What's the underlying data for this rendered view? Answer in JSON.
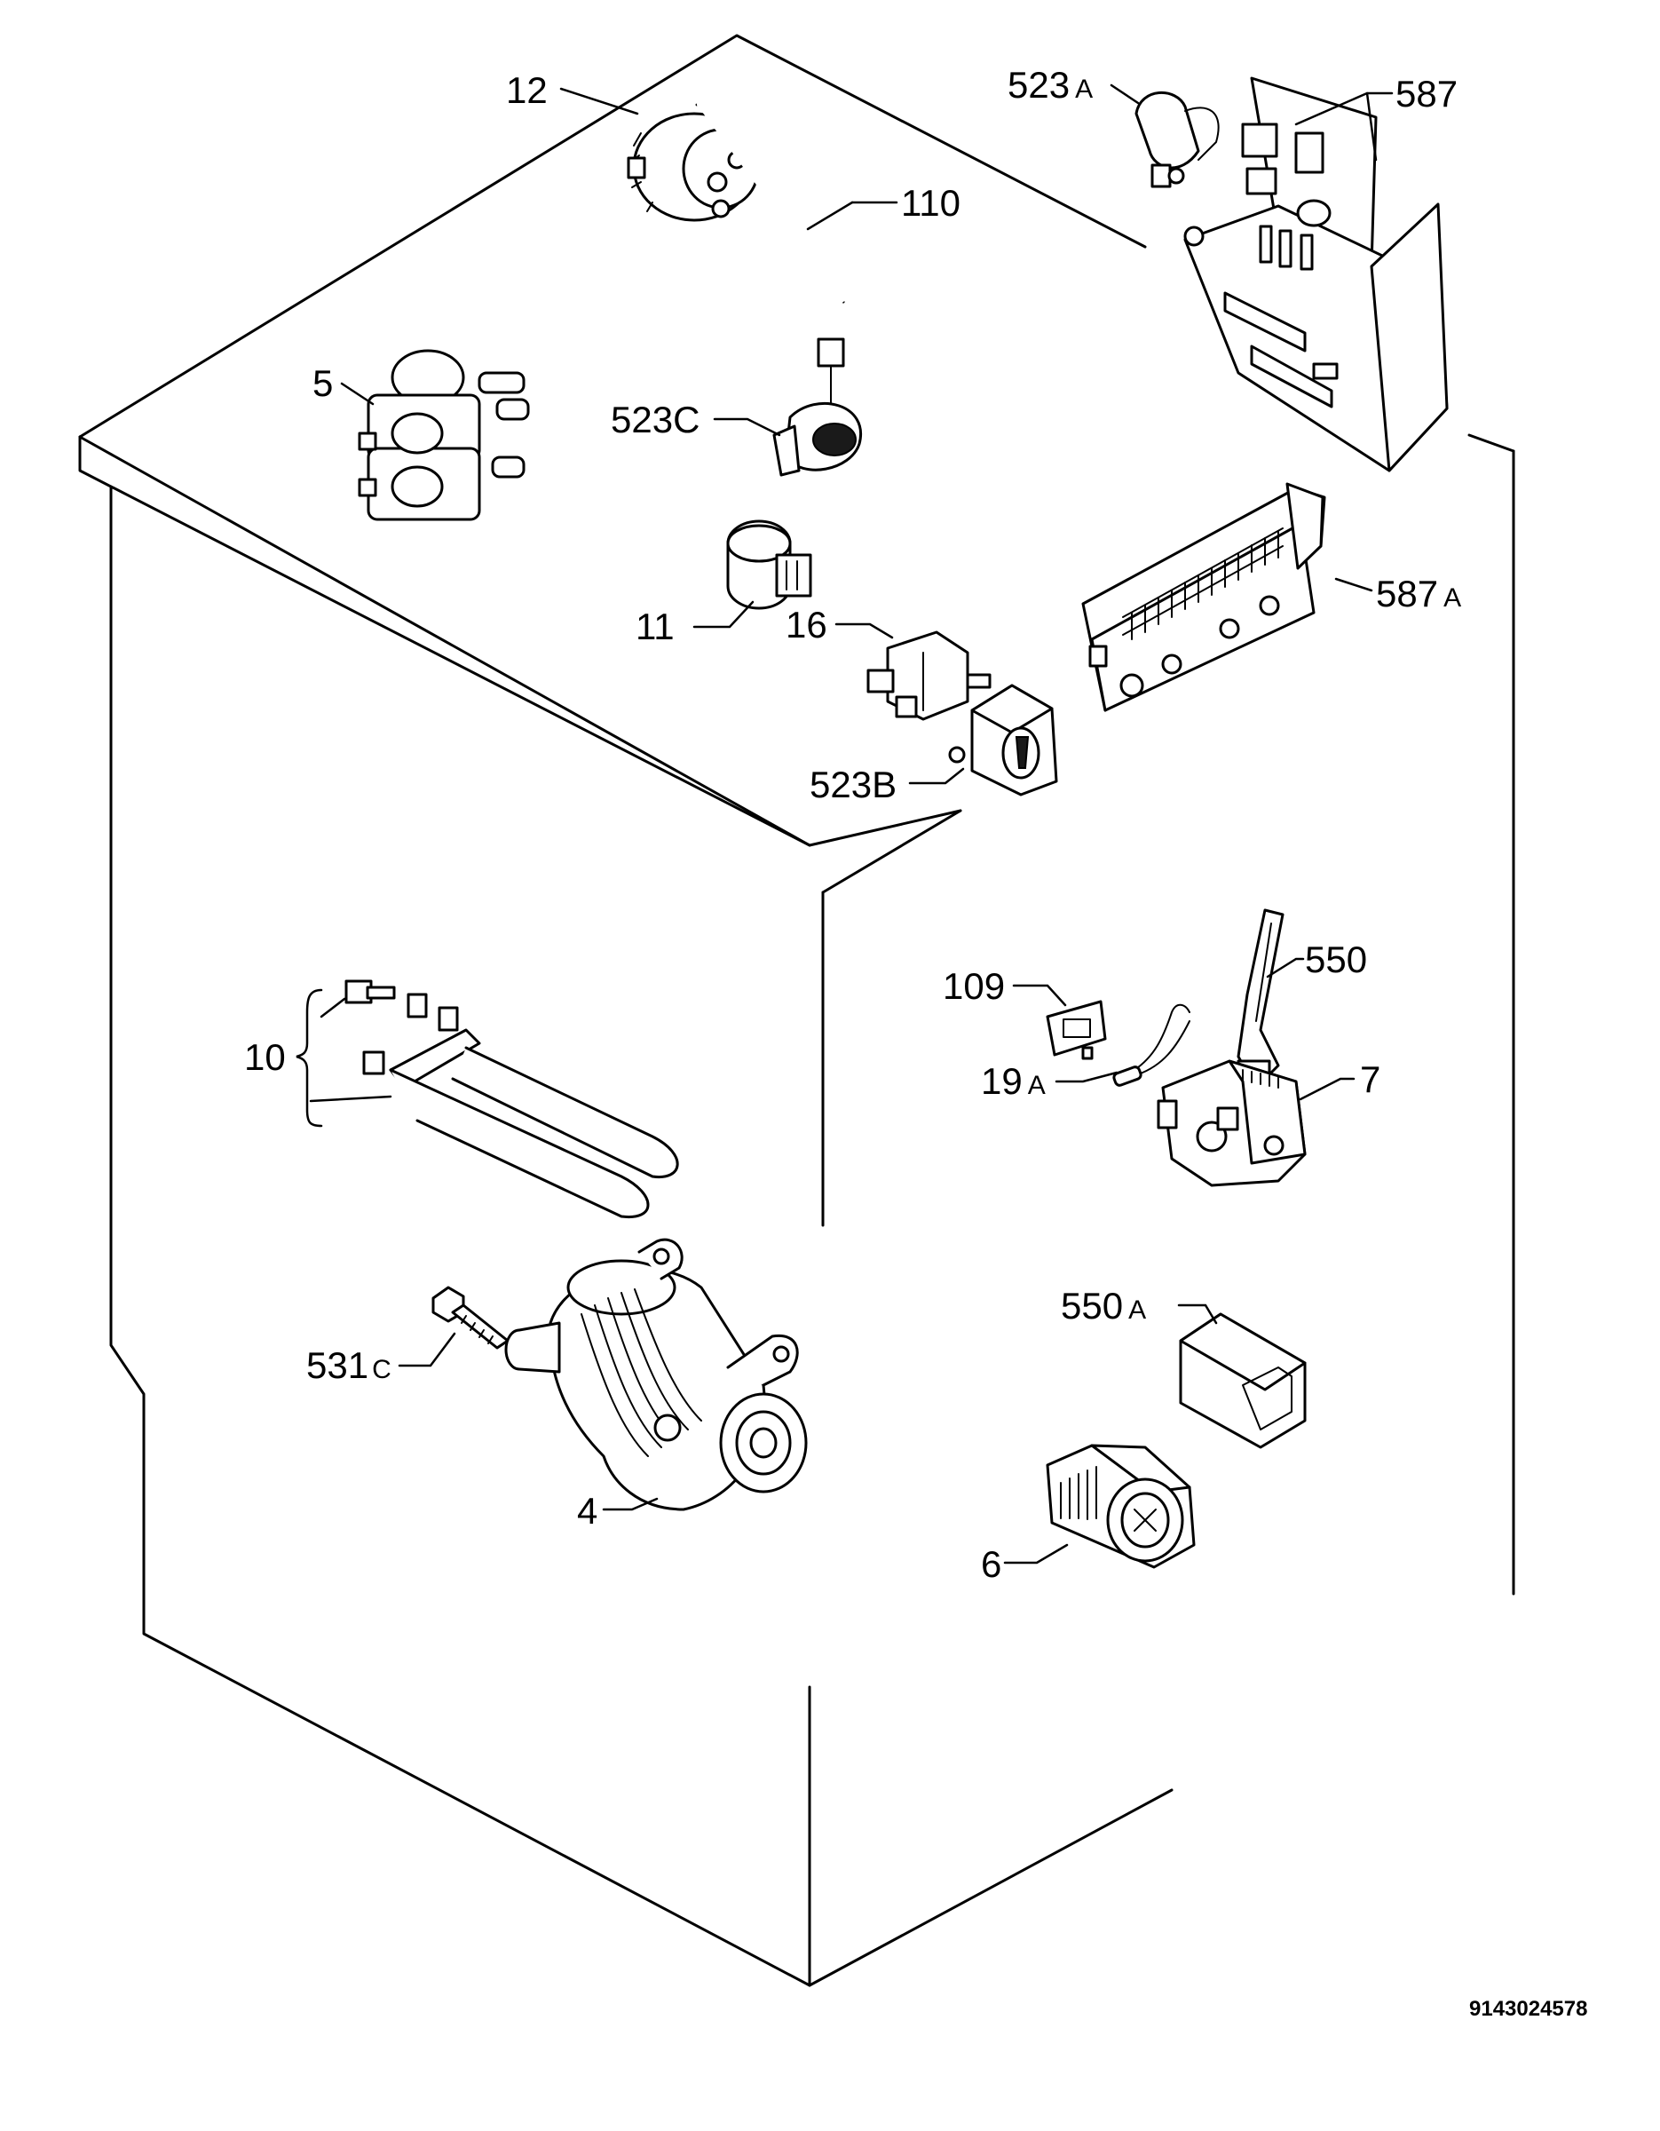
{
  "document_number": "9143024578",
  "callouts": [
    {
      "id": "12",
      "num": "12",
      "suffix": ""
    },
    {
      "id": "110",
      "num": "110",
      "suffix": ""
    },
    {
      "id": "523a",
      "num": "523",
      "suffix": "A"
    },
    {
      "id": "587",
      "num": "587",
      "suffix": ""
    },
    {
      "id": "5",
      "num": "5",
      "suffix": ""
    },
    {
      "id": "523c",
      "num": "523C",
      "suffix": ""
    },
    {
      "id": "11",
      "num": "11",
      "suffix": ""
    },
    {
      "id": "16",
      "num": "16",
      "suffix": ""
    },
    {
      "id": "587a",
      "num": "587",
      "suffix": "A"
    },
    {
      "id": "523b",
      "num": "523B",
      "suffix": ""
    },
    {
      "id": "109",
      "num": "109",
      "suffix": ""
    },
    {
      "id": "550",
      "num": "550",
      "suffix": ""
    },
    {
      "id": "19a",
      "num": "19",
      "suffix": "A"
    },
    {
      "id": "7",
      "num": "7",
      "suffix": ""
    },
    {
      "id": "10",
      "num": "10",
      "suffix": ""
    },
    {
      "id": "550a",
      "num": "550",
      "suffix": "A"
    },
    {
      "id": "531c",
      "num": "531",
      "suffix": "C"
    },
    {
      "id": "4",
      "num": "4",
      "suffix": ""
    },
    {
      "id": "6",
      "num": "6",
      "suffix": ""
    }
  ]
}
